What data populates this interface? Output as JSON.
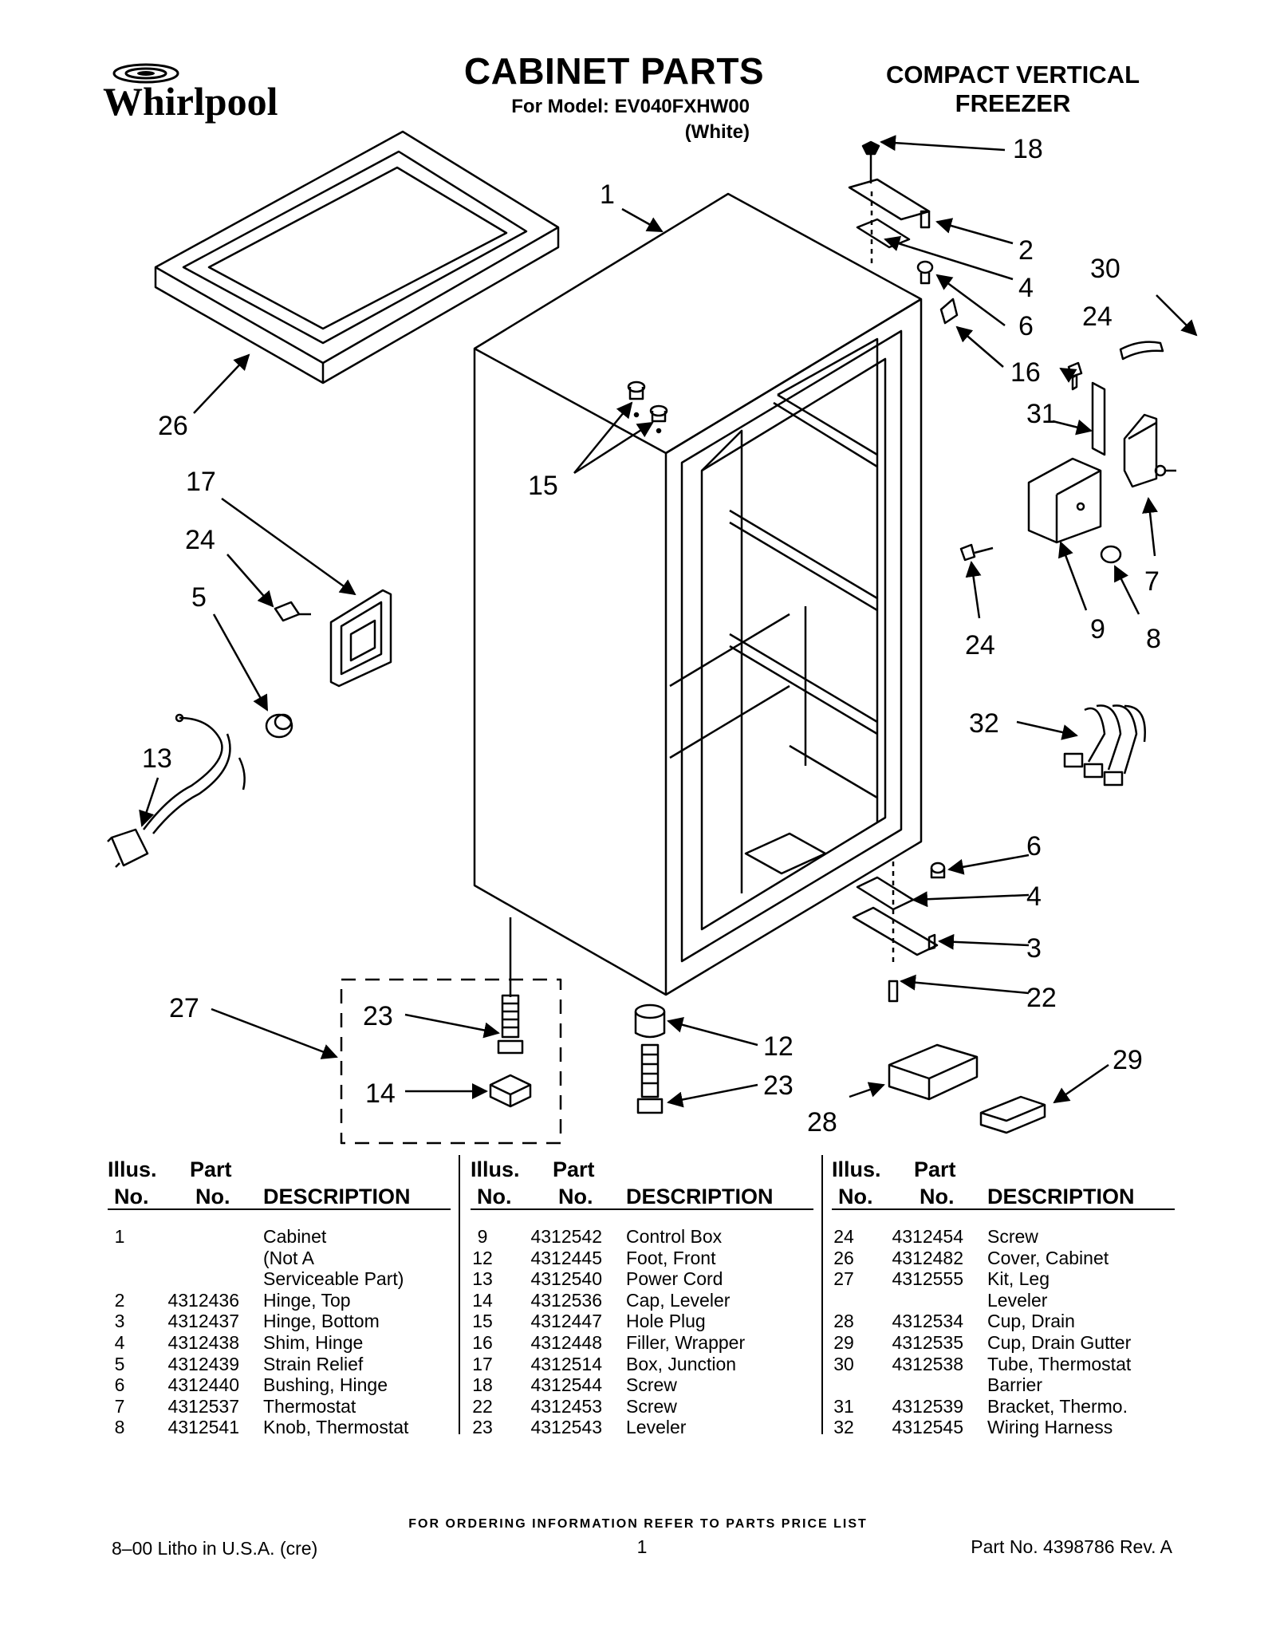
{
  "header": {
    "brand": "Whirlpool",
    "title": "CABINET PARTS",
    "model_line": "For Model: EV040FXHW00",
    "color_line": "(White)",
    "product_line1": "COMPACT VERTICAL",
    "product_line2": "FREEZER"
  },
  "callouts": [
    "1",
    "2",
    "3",
    "4",
    "4",
    "5",
    "6",
    "6",
    "7",
    "8",
    "9",
    "12",
    "13",
    "14",
    "15",
    "16",
    "17",
    "18",
    "22",
    "23",
    "23",
    "24",
    "24",
    "24",
    "26",
    "27",
    "28",
    "29",
    "30",
    "31",
    "32"
  ],
  "table": {
    "col_illus_line1": "Illus.",
    "col_illus_line2": "No.",
    "col_part_line1": "Part",
    "col_part_line2": "No.",
    "col_desc": "DESCRIPTION",
    "columns": [
      [
        {
          "illus": "1",
          "part": "",
          "desc": "Cabinet"
        },
        {
          "illus": "",
          "part": "",
          "desc": "(Not A"
        },
        {
          "illus": "",
          "part": "",
          "desc": "Serviceable Part)"
        },
        {
          "illus": "2",
          "part": "4312436",
          "desc": "Hinge, Top"
        },
        {
          "illus": "3",
          "part": "4312437",
          "desc": "Hinge, Bottom"
        },
        {
          "illus": "4",
          "part": "4312438",
          "desc": "Shim, Hinge"
        },
        {
          "illus": "5",
          "part": "4312439",
          "desc": "Strain Relief"
        },
        {
          "illus": "6",
          "part": "4312440",
          "desc": "Bushing, Hinge"
        },
        {
          "illus": "7",
          "part": "4312537",
          "desc": "Thermostat"
        },
        {
          "illus": "8",
          "part": "4312541",
          "desc": "Knob, Thermostat"
        }
      ],
      [
        {
          "illus": "9",
          "part": "4312542",
          "desc": "Control Box"
        },
        {
          "illus": "12",
          "part": "4312445",
          "desc": "Foot, Front"
        },
        {
          "illus": "13",
          "part": "4312540",
          "desc": "Power Cord"
        },
        {
          "illus": "14",
          "part": "4312536",
          "desc": "Cap, Leveler"
        },
        {
          "illus": "15",
          "part": "4312447",
          "desc": "Hole Plug"
        },
        {
          "illus": "16",
          "part": "4312448",
          "desc": "Filler, Wrapper"
        },
        {
          "illus": "17",
          "part": "4312514",
          "desc": "Box, Junction"
        },
        {
          "illus": "18",
          "part": "4312544",
          "desc": "Screw"
        },
        {
          "illus": "22",
          "part": "4312453",
          "desc": "Screw"
        },
        {
          "illus": "23",
          "part": "4312543",
          "desc": "Leveler"
        }
      ],
      [
        {
          "illus": "24",
          "part": "4312454",
          "desc": "Screw"
        },
        {
          "illus": "26",
          "part": "4312482",
          "desc": "Cover, Cabinet"
        },
        {
          "illus": "27",
          "part": "4312555",
          "desc": "Kit, Leg"
        },
        {
          "illus": "",
          "part": "",
          "desc": "Leveler"
        },
        {
          "illus": "28",
          "part": "4312534",
          "desc": "Cup, Drain"
        },
        {
          "illus": "29",
          "part": "4312535",
          "desc": "Cup, Drain Gutter"
        },
        {
          "illus": "30",
          "part": "4312538",
          "desc": "Tube, Thermostat"
        },
        {
          "illus": "",
          "part": "",
          "desc": "Barrier"
        },
        {
          "illus": "31",
          "part": "4312539",
          "desc": "Bracket, Thermo."
        },
        {
          "illus": "32",
          "part": "4312545",
          "desc": "Wiring Harness"
        }
      ]
    ]
  },
  "footer": {
    "ordering": "FOR ORDERING INFORMATION REFER TO PARTS PRICE LIST",
    "litho": "8–00 Litho in U.S.A. (cre)",
    "page": "1",
    "part_no": "Part No. 4398786 Rev. A"
  }
}
